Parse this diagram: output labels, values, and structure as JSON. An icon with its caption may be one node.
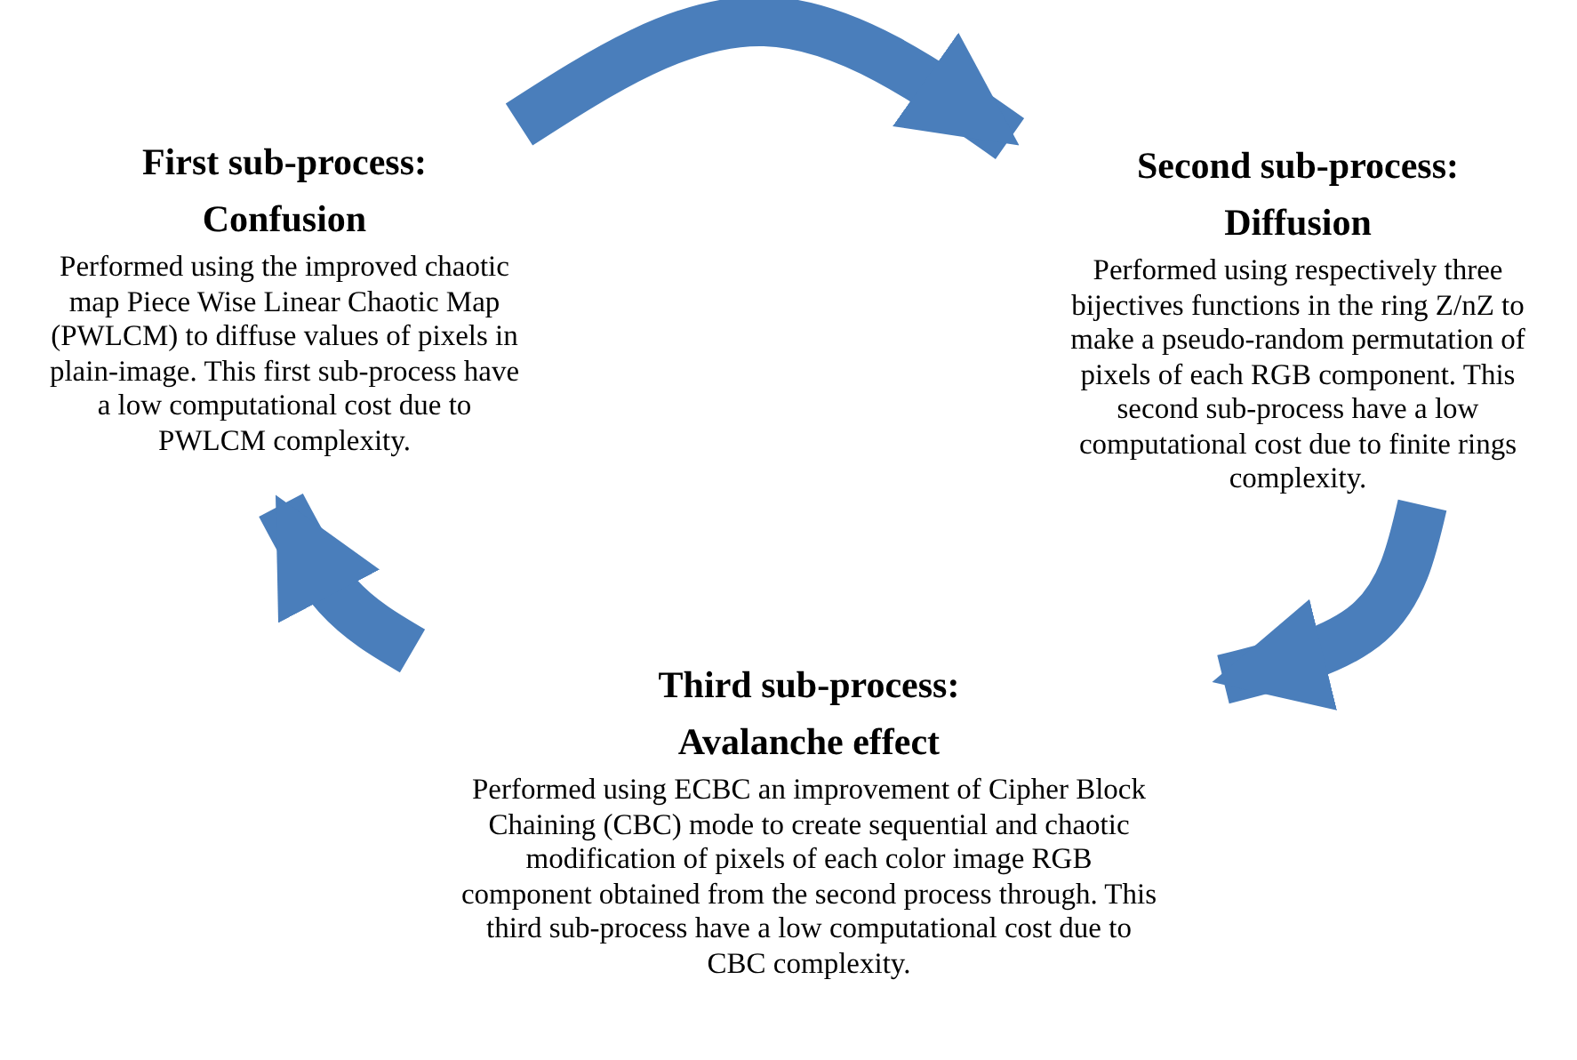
{
  "diagram": {
    "nodes": [
      {
        "text": [
          "First sub-process:",
          "Confusion",
          "Performed using the improved chaotic map Piece Wise Linear Chaotic Map (PWLCM) to diffuse values of pixels in plain-image. This first sub-process have a low computational cost due to PWLCM complexity."
        ]
      },
      {
        "text": [
          "Second sub-process:",
          "Diffusion",
          "Performed using respectively three bijectives functions in the ring Z/nZ to make a pseudo-random permutation of pixels of each RGB component. This second sub-process have a low computational cost due to finite rings complexity."
        ]
      },
      {
        "text": [
          "Third sub-process:",
          "Avalanche effect",
          "Performed using ECBC an improvement of Cipher Block Chaining (CBC) mode to create sequential and chaotic modification of pixels of each color image RGB component obtained from the second process through. This third sub-process have a low computational cost due to CBC complexity."
        ]
      }
    ],
    "edges": [
      {
        "from": 0,
        "to": 1,
        "arrow": "to"
      },
      {
        "from": 1,
        "to": 2,
        "arrow": "to"
      },
      {
        "from": 2,
        "to": 0,
        "arrow": "to"
      }
    ]
  }
}
